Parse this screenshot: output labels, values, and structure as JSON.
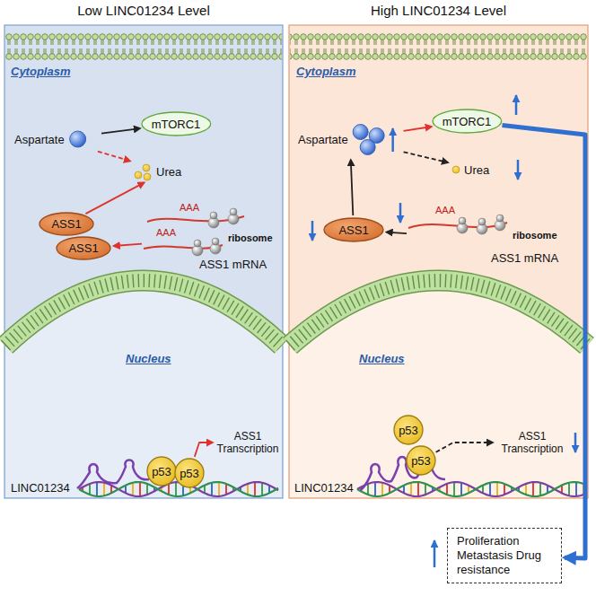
{
  "diagram": {
    "nodes": [
      {
        "text": [
          "Low LINC01234 Level"
        ]
      },
      {
        "text": [
          "Aspartate"
        ],
        "in": 0
      },
      {
        "text": [
          "mTORC1"
        ],
        "in": 0
      },
      {
        "text": [
          "Urea"
        ],
        "in": 0
      },
      {
        "text": [
          "ASS1"
        ],
        "in": 0
      },
      {
        "text": [
          "ASS1"
        ],
        "in": 0
      },
      {
        "text": [
          "AAA",
          "AAA",
          "ribosome",
          "ASS1 mRNA"
        ],
        "in": 0
      },
      {
        "text": [
          "p53"
        ],
        "in": 0
      },
      {
        "text": [
          "p53"
        ],
        "in": 0
      },
      {
        "text": [
          "ASS1 Transcription"
        ],
        "in": 0
      },
      {
        "text": [
          "High LINC01234 Level"
        ]
      },
      {
        "text": [
          "Aspartate"
        ],
        "in": 10
      },
      {
        "text": [
          "mTORC1"
        ],
        "in": 10
      },
      {
        "text": [
          "Urea"
        ],
        "in": 10
      },
      {
        "text": [
          "ASS1"
        ],
        "in": 10
      },
      {
        "text": [
          "AAA",
          "ribosome",
          "ASS1 mRNA"
        ],
        "in": 10
      },
      {
        "text": [
          "p53"
        ],
        "in": 10
      },
      {
        "text": [
          "p53"
        ],
        "in": 10
      },
      {
        "text": [
          "ASS1 Transcription"
        ],
        "in": 10
      },
      {
        "text": [
          "Proliferation Metastasis Drug resistance"
        ]
      }
    ],
    "edges": [
      {
        "from": 1,
        "to": 2,
        "arrow": "to"
      },
      {
        "from": 1,
        "to": 3,
        "arrow": "to"
      },
      {
        "from": 4,
        "to": 3,
        "arrow": "to"
      },
      {
        "from": 6,
        "to": 5,
        "arrow": "to"
      },
      {
        "from": 8,
        "to": 9,
        "arrow": "to"
      },
      {
        "from": 11,
        "to": 12,
        "arrow": "to"
      },
      {
        "from": 11,
        "to": 13,
        "arrow": "to"
      },
      {
        "from": 14,
        "to": 11,
        "arrow": "to"
      },
      {
        "from": 15,
        "to": 14,
        "arrow": "to"
      },
      {
        "from": 17,
        "to": 18,
        "arrow": "to"
      },
      {
        "from": 12,
        "to": 19,
        "arrow": "to"
      }
    ],
    "labels": [
      "Cytoplasm",
      "Nucleus",
      "LINC01234",
      "Cytoplasm",
      "Nucleus",
      "LINC01234"
    ]
  }
}
